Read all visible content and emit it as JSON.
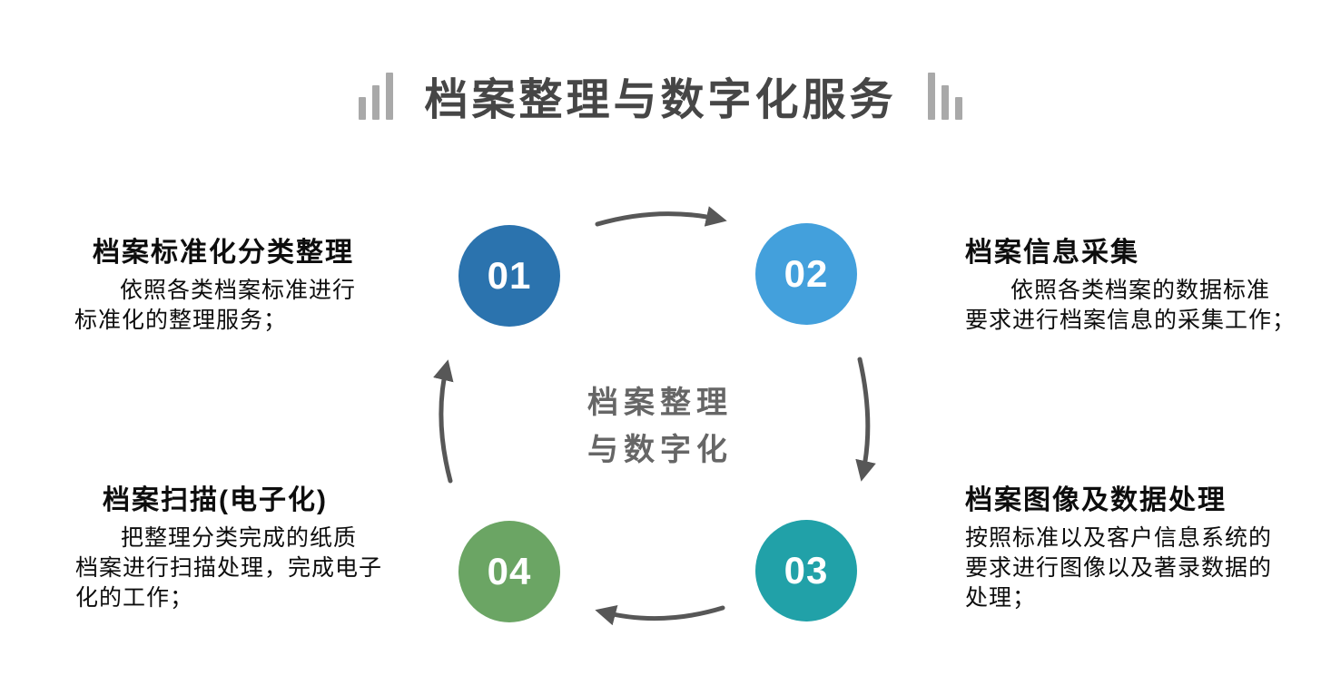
{
  "title": {
    "text": "档案整理与数字化服务",
    "decoration": "bar-chart-icon",
    "color": "#464646"
  },
  "center_label": {
    "text": "档案整理\n与数字化",
    "color": "#666666"
  },
  "diagram": {
    "type": "cycle",
    "arrow_color": "#575757",
    "bars_color": "#a9a9a9"
  },
  "steps": [
    {
      "number": "01",
      "color": "#2b73ae",
      "position": "top-left",
      "title": "档案标准化分类整理",
      "description": "依照各类档案标准进行\n标准化的整理服务；"
    },
    {
      "number": "02",
      "color": "#43a0dc",
      "position": "top-right",
      "title": "档案信息采集",
      "description": "依照各类档案的数据标准\n要求进行档案信息的采集工作；"
    },
    {
      "number": "03",
      "color": "#21a1a8",
      "position": "bottom-right",
      "title": "档案图像及数据处理",
      "description": "按照标准以及客户信息系统的\n要求进行图像以及著录数据的\n处理；"
    },
    {
      "number": "04",
      "color": "#6ba564",
      "position": "bottom-left",
      "title": "档案扫描(电子化)",
      "description": "把整理分类完成的纸质\n档案进行扫描处理，完成电子\n化的工作；"
    }
  ]
}
